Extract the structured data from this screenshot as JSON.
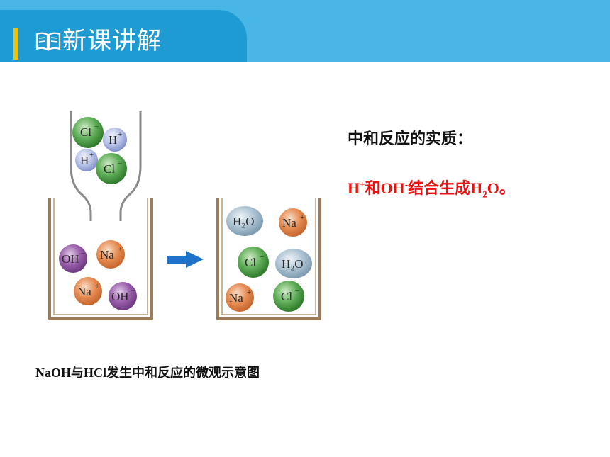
{
  "header": {
    "title": "新课讲解",
    "icon": "book-icon"
  },
  "essence": {
    "title": "中和反应的实质：",
    "h_plus": "H",
    "h_plus_sup": "+",
    "and": "和",
    "oh": "OH",
    "oh_sup": "-",
    "combine": "结合生成",
    "h2o_h": "H",
    "h2o_sub": "2",
    "h2o_o": "O",
    "end": "。"
  },
  "caption": {
    "formula_part": "NaOH",
    "with": "与",
    "hcl": "HCl",
    "rest": "发生中和反应的微观示意图"
  },
  "ions": {
    "cl": "Cl",
    "cl_charge": "−",
    "h": "H",
    "h_charge": "+",
    "na": "Na",
    "na_charge": "+",
    "oh": "OH",
    "oh_charge": "−",
    "h2o": "H₂O"
  },
  "colors": {
    "cl_ball": "#3f9a3c",
    "h_ball": "#a9b6e2",
    "na_ball": "#e0844a",
    "oh_ball": "#8b4f9d",
    "h2o_ball": "#9cb4c6",
    "arrow": "#1e73c8",
    "beaker": "#9a7c5a",
    "essence": "#ee1111",
    "header": "#1f9bd3"
  }
}
